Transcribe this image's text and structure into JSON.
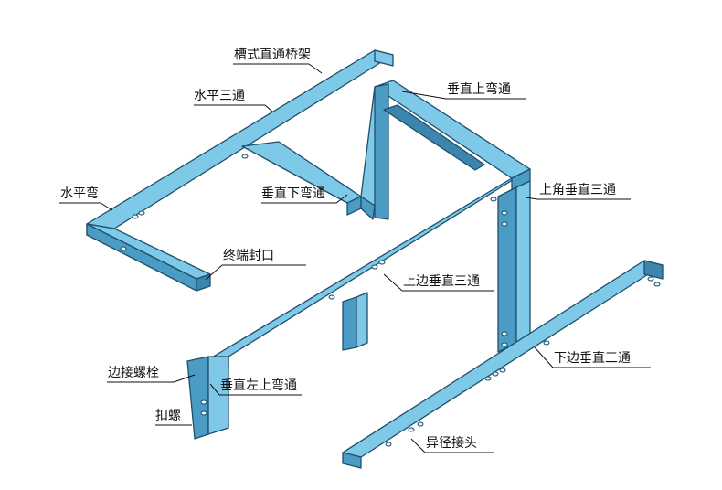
{
  "labels": {
    "trough_straight": "槽式直通桥架",
    "horizontal_tee": "水平三通",
    "horizontal_bend": "水平弯",
    "vertical_down_bend": "垂直下弯通",
    "end_cap": "终端封口",
    "vertical_up_bend": "垂直上弯通",
    "upper_corner_vertical_tee": "上角垂直三通",
    "upper_side_vertical_tee": "上边垂直三通",
    "lower_side_vertical_tee": "下边垂直三通",
    "edge_connecting_bolt": "边接螺栓",
    "buckle_screw": "扣螺",
    "vertical_left_up_bend": "垂直左上弯通",
    "reducer_joint": "异径接头"
  },
  "colors": {
    "tray_top": "#7ec8e8",
    "tray_side": "#4a9cc4",
    "outline": "#1f4f6a"
  }
}
